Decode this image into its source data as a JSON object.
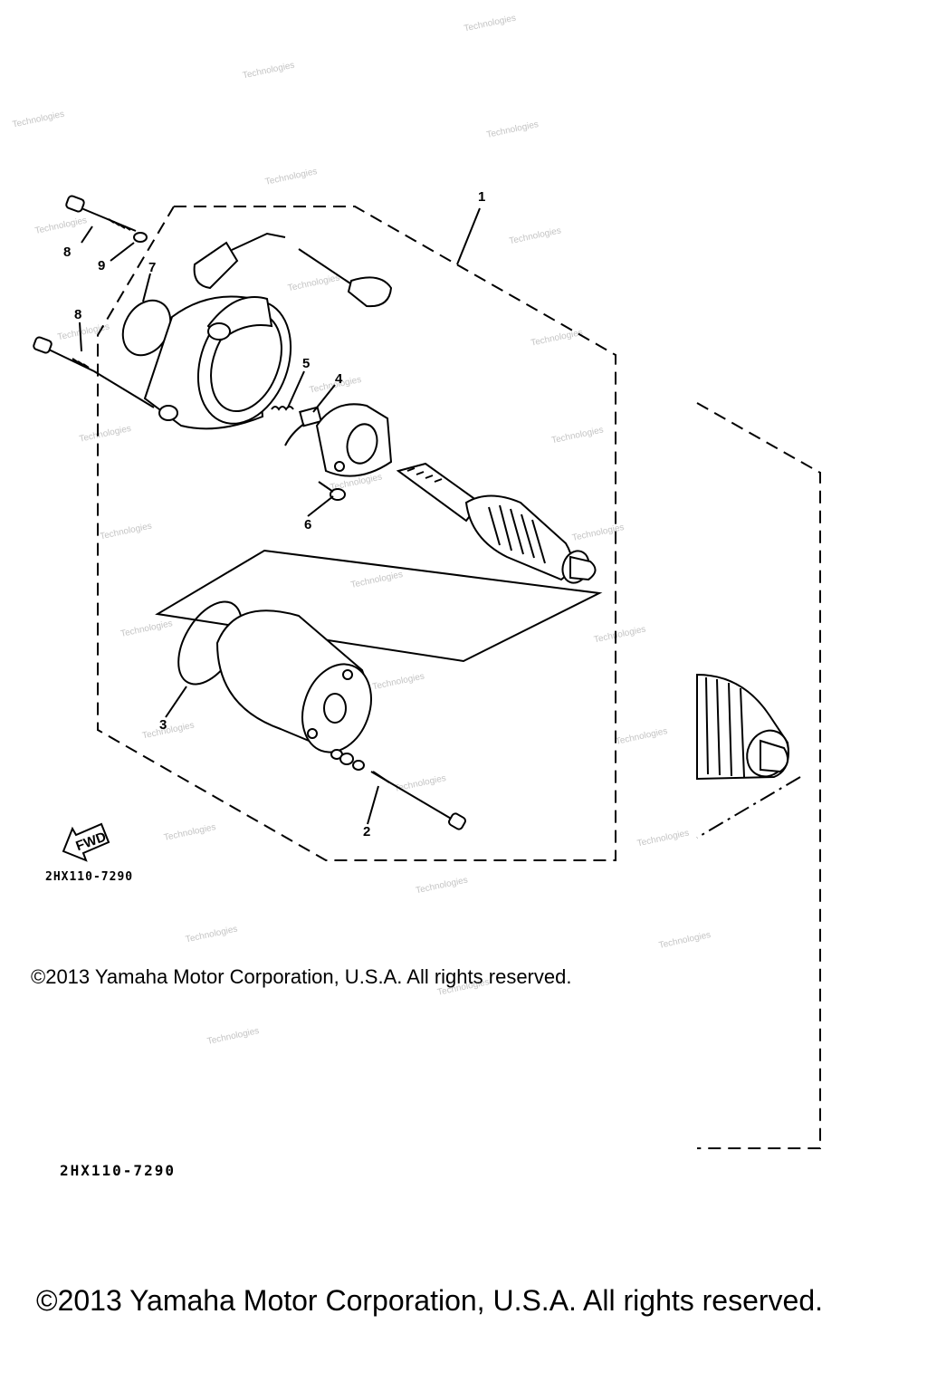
{
  "callouts": [
    "1",
    "2",
    "3",
    "4",
    "5",
    "6",
    "7",
    "8",
    "8",
    "9"
  ],
  "fwd_label": "FWD",
  "diagram_code_small": "2HX110-7290",
  "diagram_code_large": "2HX110-7290",
  "copyright_small": "©2013 Yamaha Motor Corporation, U.S.A. All rights reserved.",
  "copyright_large": "©2013 Yamaha Motor Corporation, U.S.A. All rights reserved.",
  "colors": {
    "line": "#000000",
    "background": "#ffffff",
    "watermark": "#c4c4c4"
  }
}
